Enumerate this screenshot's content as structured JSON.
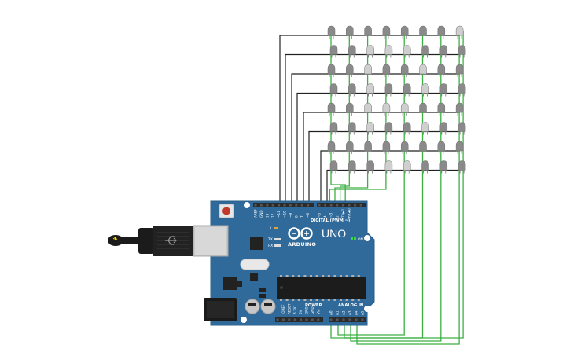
{
  "board": {
    "brand": "ARDUINO",
    "model": "UNO",
    "digital_label": "DIGITAL (PWM ~)",
    "power_label": "POWER",
    "analog_label": "ANALOG IN",
    "on_label": "ON",
    "tx_label": "TX",
    "rx_label": "RX",
    "l_label": "L",
    "digital_pins": [
      "AREF",
      "GND",
      "13",
      "12",
      "~11",
      "~10",
      "~9",
      "8",
      "7",
      "~6",
      "~5",
      "4",
      "~3",
      "2",
      "TX▶1",
      "RX◀0"
    ],
    "power_pins": [
      "IOREF",
      "RESET",
      "3.3V",
      "5V",
      "GND",
      "GND",
      "Vin"
    ],
    "analog_pins": [
      "A0",
      "A1",
      "A2",
      "A3",
      "A4",
      "A5"
    ]
  },
  "colors": {
    "board": "#2f6a9a",
    "board_edge": "#285c87",
    "header": "#2b2b2b",
    "wire_row": "#222222",
    "wire_col": "#3cb043",
    "led_off": "#8a8a8a",
    "led_dim": "#cfcfcf"
  },
  "matrix": {
    "rows": 8,
    "cols": 8
  }
}
